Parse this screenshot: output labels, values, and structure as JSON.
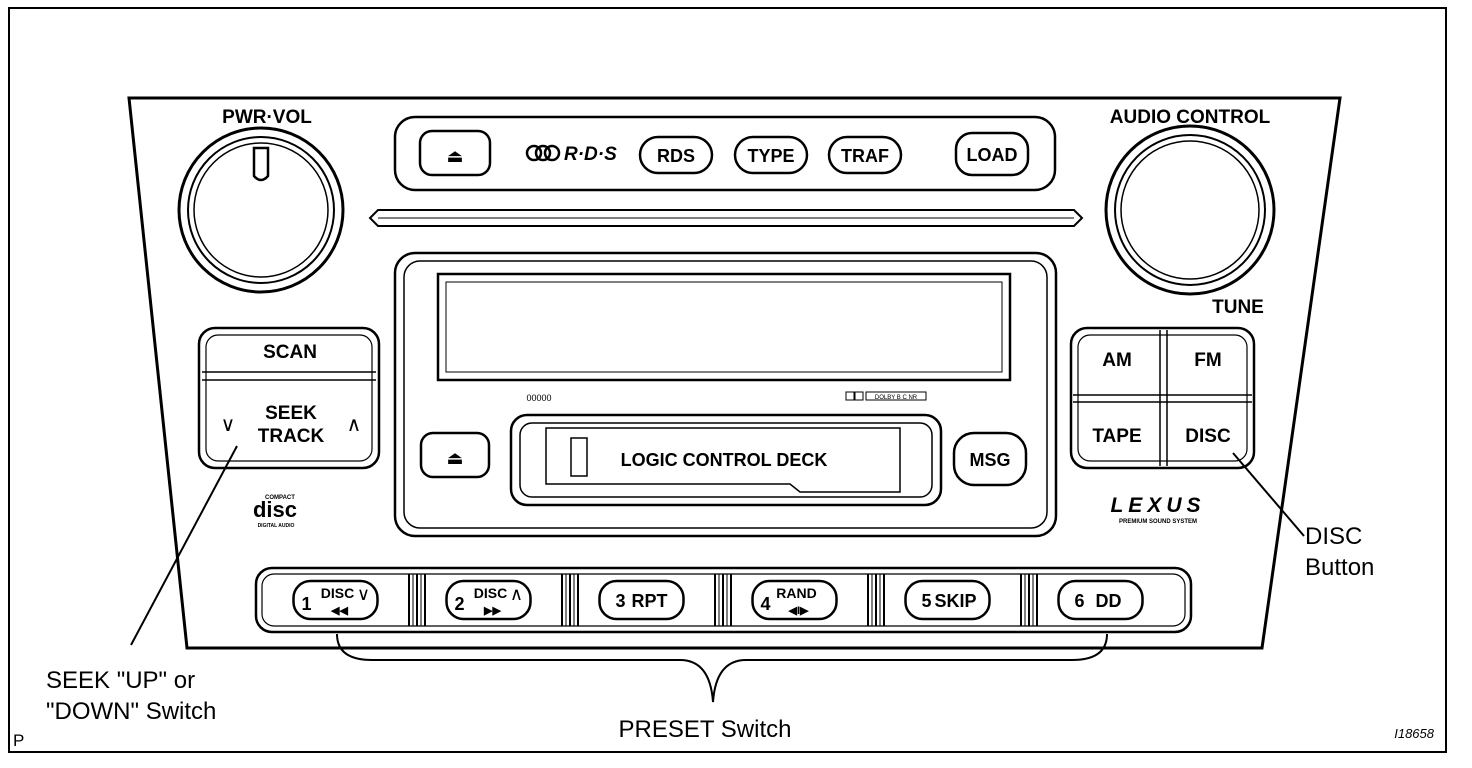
{
  "labels": {
    "pwr_vol": "PWR·VOL",
    "audio_control": "AUDIO CONTROL",
    "tune": "TUNE",
    "rds_logo": "R·D·S",
    "rds": "RDS",
    "type": "TYPE",
    "traf": "TRAF",
    "load": "LOAD",
    "scan": "SCAN",
    "seek": "SEEK",
    "track": "TRACK",
    "am": "AM",
    "fm": "FM",
    "tape": "TAPE",
    "disc": "DISC",
    "msg": "MSG",
    "logic_control_deck": "LOGIC CONTROL DECK",
    "counter": "00000",
    "dolby": "DOLBY B C NR",
    "lexus": "LEXUS",
    "premium": "PREMIUM SOUND SYSTEM",
    "cd_logo": "disc",
    "cd_logo_top": "COMPACT",
    "cd_logo_bottom": "DIGITAL AUDIO",
    "eject_symbol": "⏏",
    "down_arrow": "∨",
    "up_arrow": "∧"
  },
  "presets": [
    {
      "num": "1",
      "top": "DISC",
      "arrow": "∨",
      "sub": "◀◀"
    },
    {
      "num": "2",
      "top": "DISC",
      "arrow": "∧",
      "sub": "▶▶"
    },
    {
      "num": "3",
      "label": "RPT"
    },
    {
      "num": "4",
      "top": "RAND",
      "sub": "◀I▶"
    },
    {
      "num": "5",
      "label": "SKIP"
    },
    {
      "num": "6",
      "label": "DD"
    }
  ],
  "callouts": {
    "disc_line1": "DISC",
    "disc_line2": "Button",
    "seek_line1": "SEEK \"UP\" or",
    "seek_line2": "\"DOWN\" Switch",
    "preset": "PRESET Switch"
  },
  "corner": {
    "left": "P",
    "right": "I18658"
  }
}
